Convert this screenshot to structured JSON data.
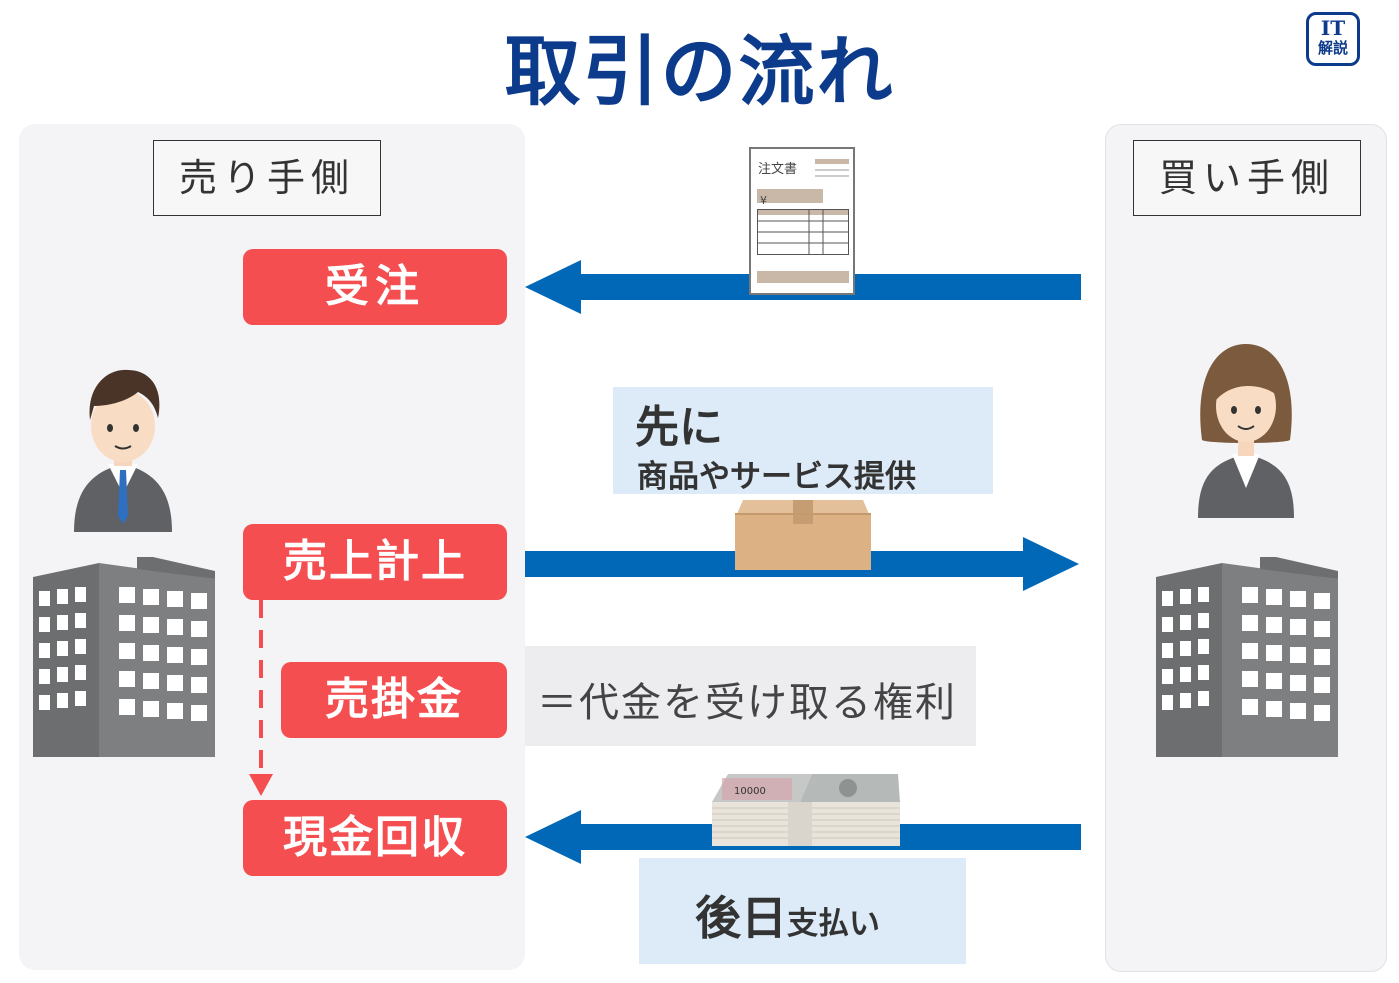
{
  "title": "取引の流れ",
  "logo": {
    "line1": "IT",
    "line2": "解説"
  },
  "seller": {
    "label": "売り手側"
  },
  "buyer": {
    "label": "買い手側"
  },
  "steps": {
    "order": "受注",
    "sales": "売上計上",
    "receivable": "売掛金",
    "collection": "現金回収"
  },
  "receivable_note": "＝代金を受け取る権利",
  "provide_note": {
    "line1": "先に",
    "line2": "商品やサービス提供"
  },
  "payment_note": {
    "big": "後日",
    "small": "支払い"
  },
  "order_form": {
    "title": "注文書",
    "yen": "¥"
  },
  "money": {
    "amount": "10000"
  },
  "colors": {
    "title": "#0d3b8c",
    "step": "#f44e50",
    "arrow": "#0068b7",
    "panel": "#f4f4f6",
    "note": "#dcebf7"
  }
}
